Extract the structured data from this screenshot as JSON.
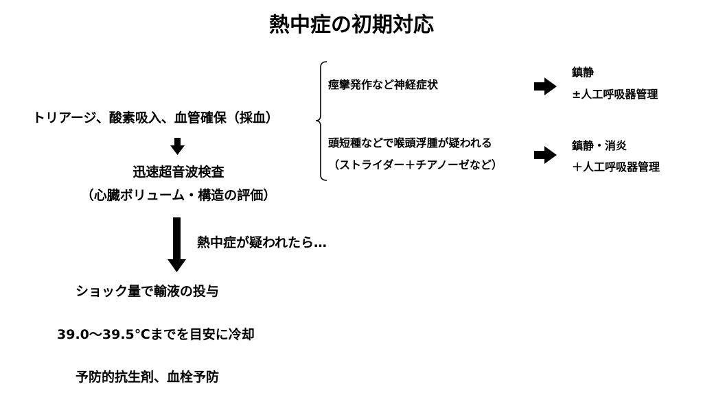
{
  "title": "熱中症の初期対応",
  "flow": {
    "triage": "トリアージ、酸素吸入、血管確保（採血）",
    "ultrasound_line1": "迅速超音波検査",
    "ultrasound_line2": "（心臓ボリューム・構造の評価）",
    "suspicion": "熱中症が疑われたら…",
    "step_fluid": "ショック量で輸液の投与",
    "step_cooling": "39.0～39.5℃までを目安に冷却",
    "step_prevention": "予防的抗生剤、血栓予防"
  },
  "branches": [
    {
      "condition_lines": [
        "痙攣発作など神経症状"
      ],
      "action_lines": [
        "鎮静",
        "±人工呼吸器管理"
      ]
    },
    {
      "condition_lines": [
        "頭短種などで喉頭浮腫が疑われる",
        "（ストライダー＋チアノーゼなど）"
      ],
      "action_lines": [
        "鎮静・消炎",
        "＋人工呼吸器管理"
      ]
    }
  ]
}
